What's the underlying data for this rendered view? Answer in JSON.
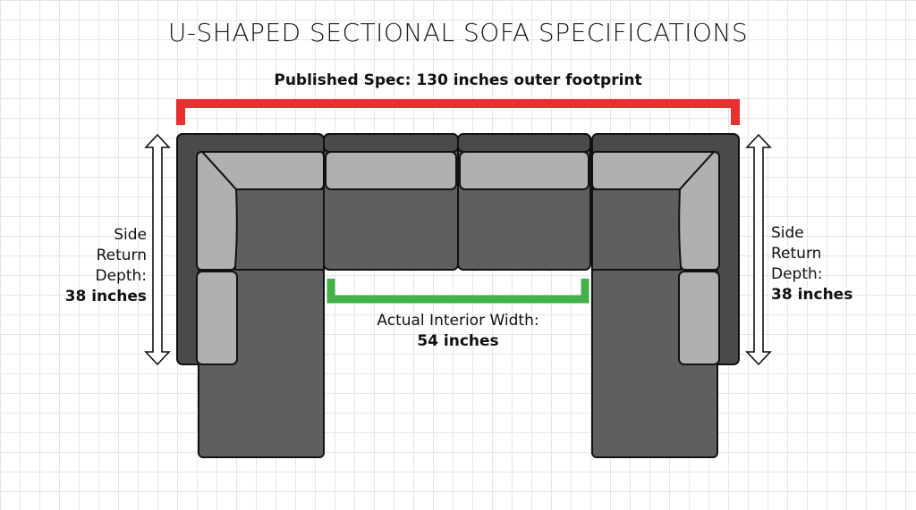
{
  "title": "U-SHAPED SECTIONAL SOFA SPECIFICATIONS",
  "published_spec": "Published Spec: 130 inches outer footprint",
  "left_dimension": {
    "label_lines": [
      "Side",
      "Return",
      "Depth:"
    ],
    "value": "38 inches"
  },
  "right_dimension": {
    "label_lines": [
      "Side",
      "Return",
      "Depth:"
    ],
    "value": "38 inches"
  },
  "interior": {
    "label": "Actual Interior Width:",
    "value": "54 inches"
  },
  "colors": {
    "outer_bracket": "#e8312f",
    "interior_bracket": "#43b04a",
    "sofa_frame": "#4a4a4a",
    "sofa_seat": "#5f5f5f",
    "cushion": "#b0b0b0"
  }
}
